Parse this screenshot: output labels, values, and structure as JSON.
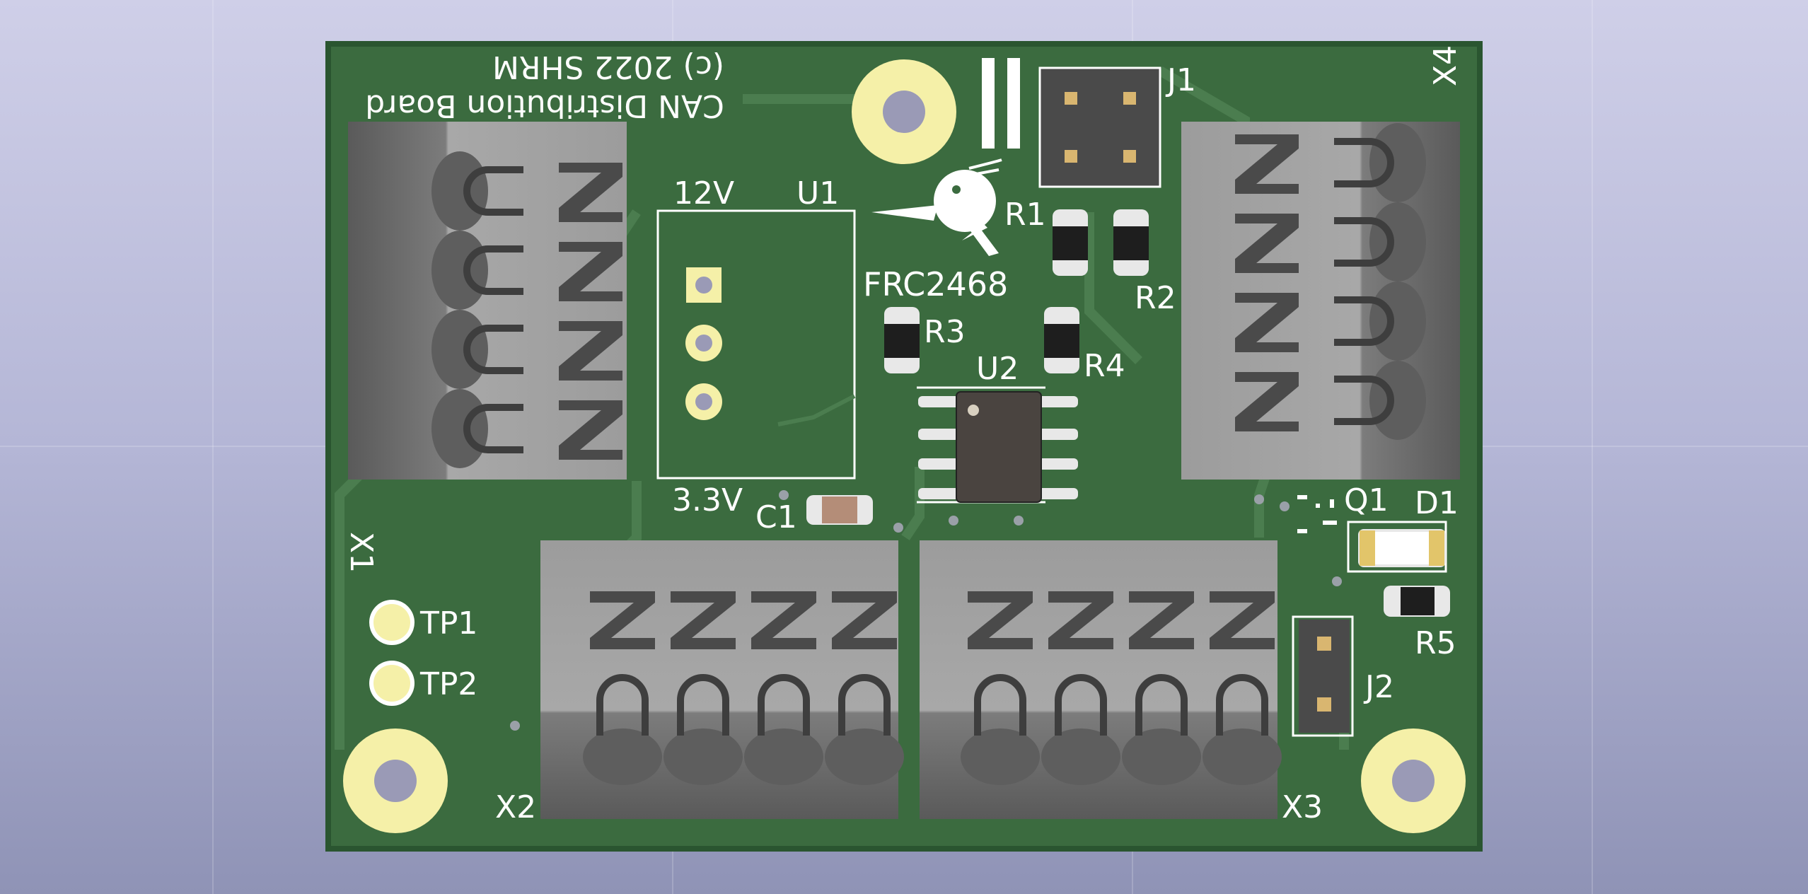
{
  "board": {
    "title_line1": "CAN Distribution Board",
    "title_line2": "(c) 2022 SHRM",
    "team_number": "FRC2468",
    "voltage_in": "12V",
    "voltage_out": "3.3V"
  },
  "designators": {
    "j1": "J1",
    "j2": "J2",
    "u1": "U1",
    "u2": "U2",
    "r1": "R1",
    "r2": "R2",
    "r3": "R3",
    "r4": "R4",
    "r5": "R5",
    "c1": "C1",
    "q1": "Q1",
    "d1": "D1",
    "x1": "X1",
    "x2": "X2",
    "x3": "X3",
    "x4": "X4",
    "tp1": "TP1",
    "tp2": "TP2"
  },
  "colors": {
    "soldermask": "#3b6b3f",
    "soldermask_edge": "#2a5530",
    "copper_trace": "#4a7a4e",
    "silkscreen": "#ffffff",
    "pad_gold": "#f5f0a8",
    "connector_grey": "#9a9a9a",
    "ic_body": "#4a4a4a"
  },
  "icons": {
    "logo": "kiwi-bird-logo",
    "mounting_hole": "mounting-hole-icon"
  }
}
